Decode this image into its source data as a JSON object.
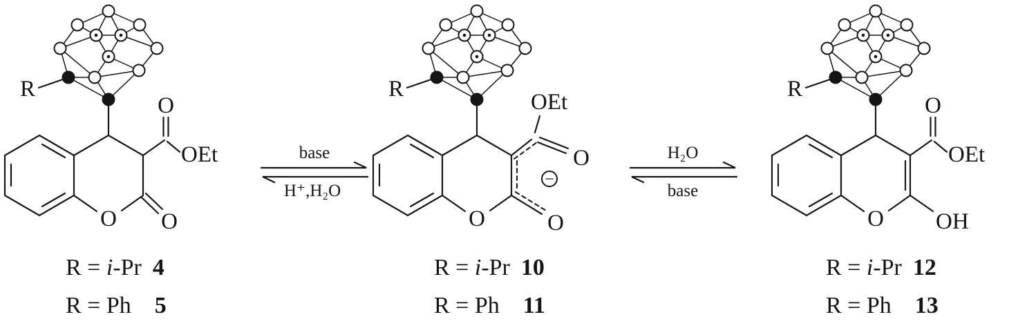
{
  "figure": {
    "structures": [
      {
        "r": "R",
        "ester_o": "O",
        "oet": "OEt",
        "ring_o": "O",
        "lactone_o": "O",
        "legend": [
          {
            "eq": "R = ",
            "it": "i",
            "rest": "-Pr",
            "num": "4"
          },
          {
            "eq": "R = ",
            "it": "",
            "rest": "Ph",
            "num": "5"
          }
        ]
      },
      {
        "r": "R",
        "oet": "OEt",
        "ester_o": "O",
        "ring_o": "O",
        "lactone_o": "O",
        "charge": "−",
        "legend": [
          {
            "eq": "R = ",
            "it": "i",
            "rest": "-Pr",
            "num": "10"
          },
          {
            "eq": "R = ",
            "it": "",
            "rest": "Ph",
            "num": "11"
          }
        ]
      },
      {
        "r": "R",
        "ester_o": "O",
        "oet": "OEt",
        "ring_o": "O",
        "oh": "OH",
        "legend": [
          {
            "eq": "R = ",
            "it": "i",
            "rest": "-Pr",
            "num": "12"
          },
          {
            "eq": "R = ",
            "it": "",
            "rest": "Ph",
            "num": "13"
          }
        ]
      }
    ],
    "equilibria": [
      {
        "above": "base",
        "below": "H⁺,H₂O"
      },
      {
        "above": "H₂O",
        "below": "base"
      }
    ],
    "icons": {
      "cage": "carborane-cage-icon",
      "charge": "circled-minus-icon"
    },
    "colors": {
      "ink": "#151515",
      "background": "#ffffff"
    }
  }
}
